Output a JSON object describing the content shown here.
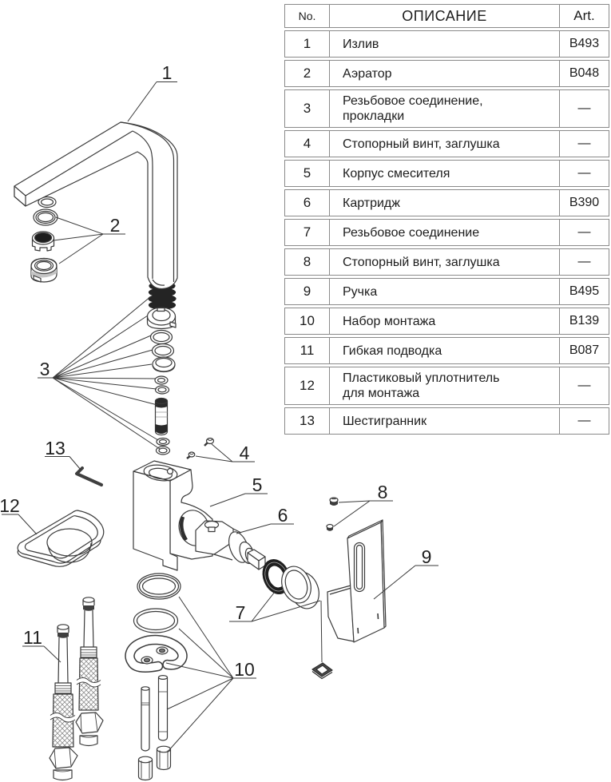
{
  "table": {
    "headers": {
      "no": "No.",
      "description": "ОПИСАНИЕ",
      "art": "Art."
    },
    "rows": [
      {
        "no": "1",
        "description": "Излив",
        "art": "B493"
      },
      {
        "no": "2",
        "description": "Аэратор",
        "art": "B048"
      },
      {
        "no": "3",
        "description": "Резьбовое соединение,\nпрокладки",
        "art": "—"
      },
      {
        "no": "4",
        "description": "Стопорный винт, заглушка",
        "art": "—"
      },
      {
        "no": "5",
        "description": "Корпус смесителя",
        "art": "—"
      },
      {
        "no": "6",
        "description": "Картридж",
        "art": "B390"
      },
      {
        "no": "7",
        "description": "Резьбовое соединение",
        "art": "—"
      },
      {
        "no": "8",
        "description": "Стопорный винт, заглушка",
        "art": "—"
      },
      {
        "no": "9",
        "description": "Ручка",
        "art": "B495"
      },
      {
        "no": "10",
        "description": "Набор монтажа",
        "art": "B139"
      },
      {
        "no": "11",
        "description": "Гибкая подводка",
        "art": "B087"
      },
      {
        "no": "12",
        "description": "Пластиковый уплотнитель\nдля монтажа",
        "art": "—"
      },
      {
        "no": "13",
        "description": "Шестигранник",
        "art": "—"
      }
    ]
  },
  "diagram": {
    "labels": [
      "1",
      "2",
      "3",
      "4",
      "5",
      "6",
      "7",
      "8",
      "9",
      "10",
      "11",
      "12",
      "13"
    ]
  },
  "colors": {
    "line": "#3a3a3a",
    "dark_fill": "#222222",
    "table_border": "#8a8a8a",
    "text": "#1c1c1c",
    "background": "#ffffff",
    "braid": "#8f8f8f",
    "gasket": "#4d4d4d"
  }
}
